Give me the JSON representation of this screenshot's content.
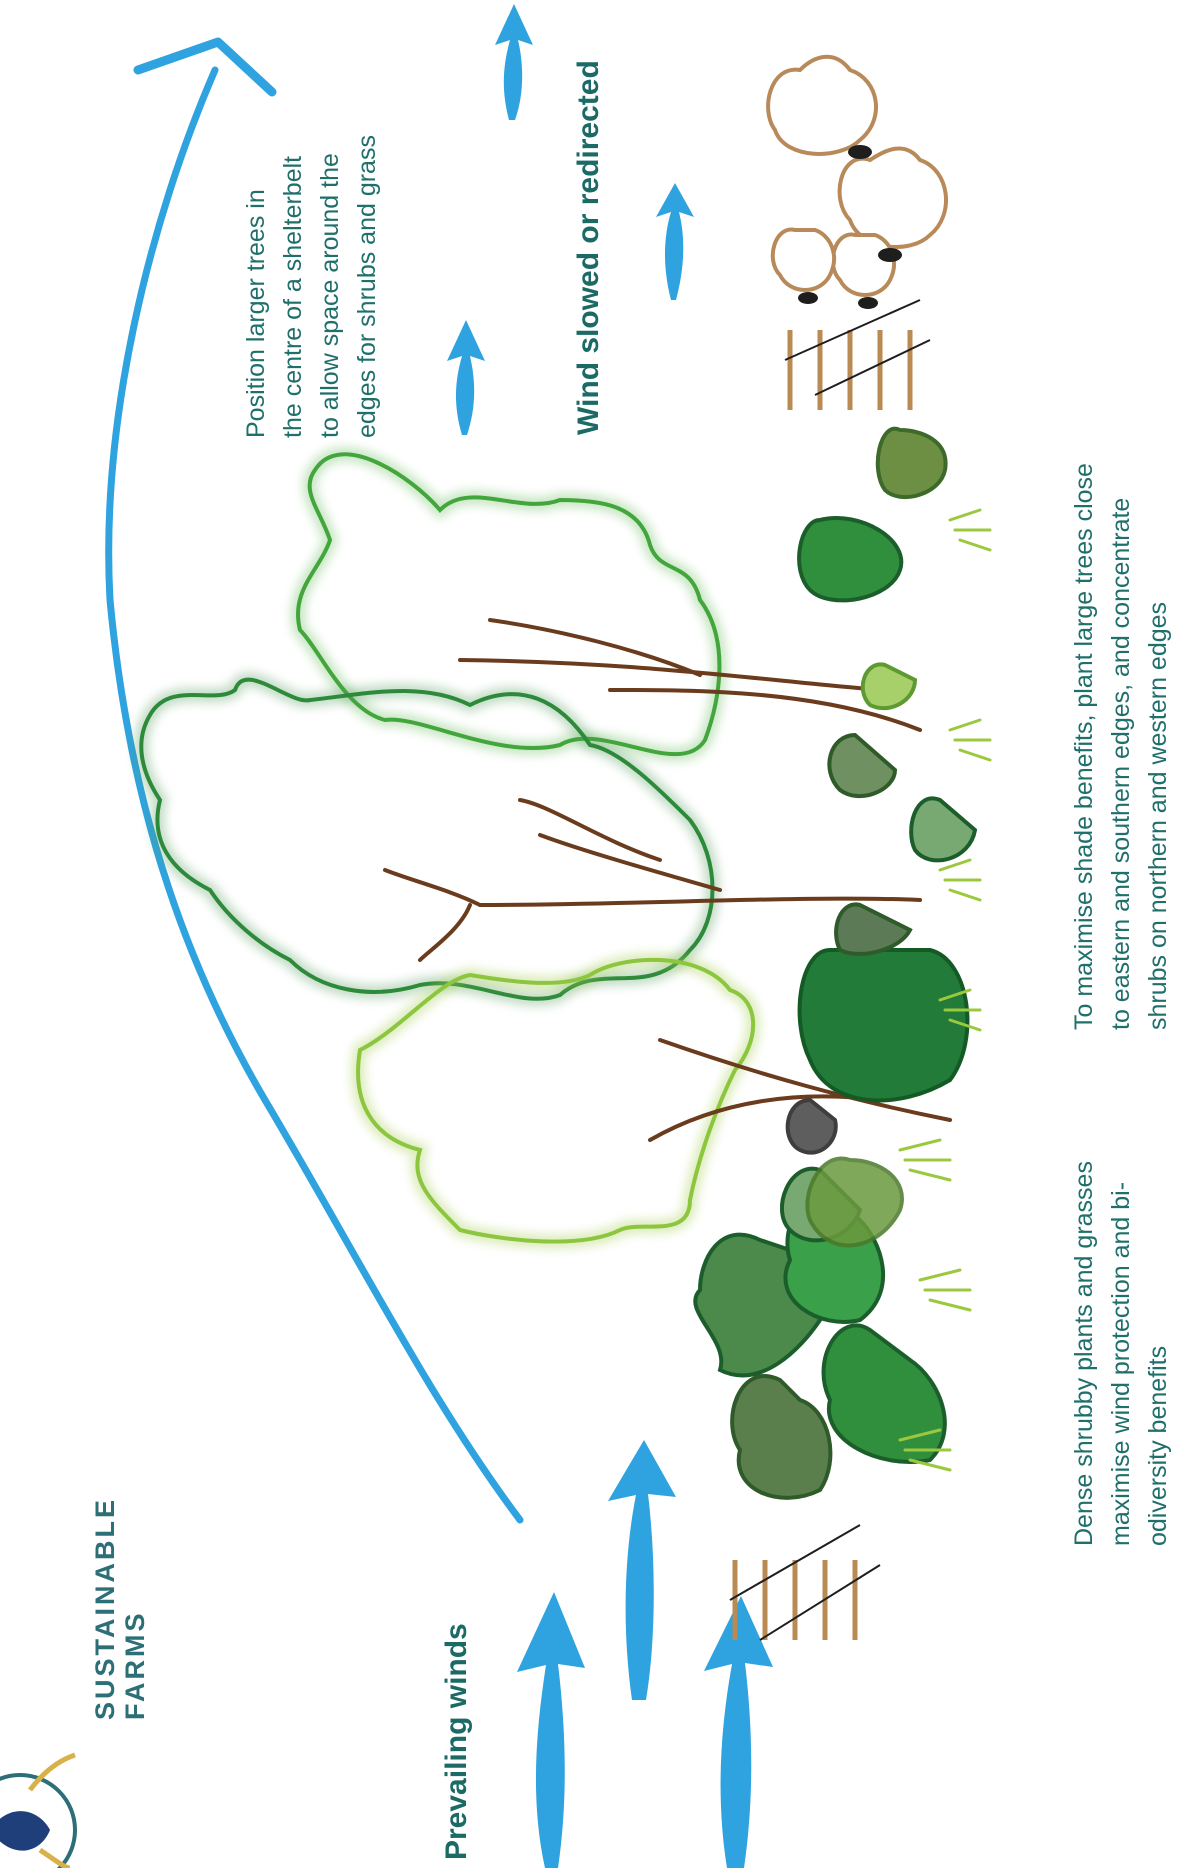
{
  "brand": {
    "line1": "SUSTAINABLE",
    "line2": "FARMS",
    "logo_icon": "sustainable-farms-logo-icon"
  },
  "labels": {
    "prevailing": "Prevailing winds",
    "slowed": "Wind slowed or redirected"
  },
  "notes": {
    "position_trees": [
      "Position larger trees in",
      "the centre of a shelterbelt",
      "to allow space around the",
      "edges for shrubs and grass"
    ],
    "dense_shrubs": [
      "Dense shrubby plants and grasses",
      "maximise wind protection and bi-",
      "odiversity benefits"
    ],
    "shade": [
      "To maximise shade benefits, plant large trees close",
      "to eastern and southern edges, and concentrate",
      "shrubs on northern and western edges"
    ]
  },
  "colors": {
    "wind": "#2fa3e0",
    "text": "#1f6f6b",
    "trunk": "#6b3b1d",
    "fence": "#b98a52",
    "sheep_outline": "#b88a5a",
    "green_dark": "#1f7a35",
    "green_mid": "#3da848",
    "green_light": "#96c93d"
  },
  "icons": [
    "wind-arrow-icon",
    "tree-icon",
    "shrub-icon",
    "sheep-icon",
    "fence-icon",
    "rock-icon"
  ]
}
